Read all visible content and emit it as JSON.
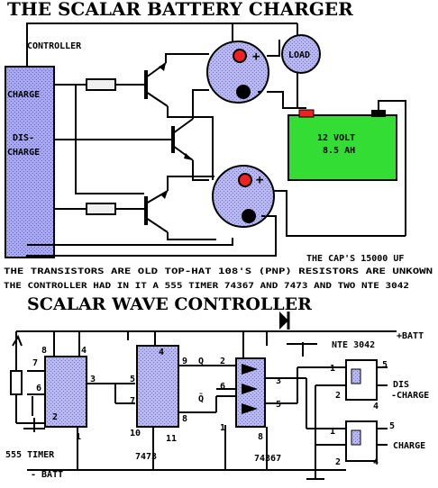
{
  "title1": "THE SCALAR BATTERY CHARGER",
  "title2": "SCALAR WAVE CONTROLLER",
  "controller": {
    "label": "CONTROLLER",
    "charge": "CHARGE",
    "dis": "DIS-",
    "charge2": "CHARGE"
  },
  "load_label": "LOAD",
  "battery": {
    "line1": "12 VOLT",
    "line2": "8.5 AH"
  },
  "notes": {
    "caps": "THE CAP'S 15000 UF",
    "line1": "THE TRANSISTORS ARE OLD TOP-HAT 108'S (PNP) RESISTORS ARE UNKOWN",
    "line2": "THE CONTROLLER HAD IN IT A 555 TIMER 74367 AND 7473 AND TWO NTE 3042"
  },
  "cap_plus": "+",
  "cap_minus": "-",
  "bottom": {
    "batt_pos": "+BATT",
    "batt_neg": "- BATT",
    "nte": "NTE 3042",
    "dis_charge1": "DIS",
    "dis_charge2": "-CHARGE",
    "charge": "CHARGE",
    "timer_label": "555 TIMER",
    "chip7473": "7473",
    "chip74367": "74367",
    "q": "Q",
    "qbar": "Q̄",
    "pins": {
      "p8": "8",
      "p4": "4",
      "p7": "7",
      "p6": "6",
      "p3": "3",
      "p2": "2",
      "p1": "1",
      "f4": "4",
      "f5": "5",
      "f7": "7",
      "f9": "9",
      "f8": "8",
      "f10": "10",
      "f11": "11",
      "b2": "2",
      "b3": "3",
      "b5": "5",
      "b6": "6",
      "b1": "1",
      "b8": "8",
      "o1a": "1",
      "o5a": "5",
      "o2a": "2",
      "o4a": "4",
      "o1b": "1",
      "o5b": "5",
      "o2b": "2",
      "o4b": "4"
    }
  },
  "colors": {
    "controller_fill": "#a8a8f0",
    "cap_fill": "#b0b0e8",
    "battery_fill": "#33dd33",
    "terminal_red": "#ee2222",
    "chip_fill": "#b0b0f0"
  }
}
